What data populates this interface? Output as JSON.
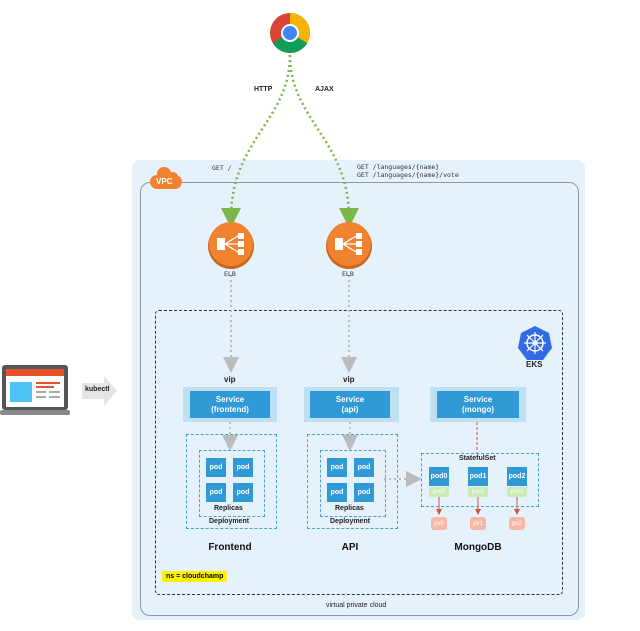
{
  "browser": {
    "icon": "chrome-icon",
    "http_label": "HTTP",
    "ajax_label": "AJAX"
  },
  "routes": {
    "frontend": "GET /",
    "api_line1": "GET /languages/{name}",
    "api_line2": "GET /languages/{name}/vote"
  },
  "vpc": {
    "label": "VPC",
    "footer": "virtual private cloud"
  },
  "elb": {
    "label": "ELB"
  },
  "eks": {
    "label": "EKS"
  },
  "client": {
    "kubectl_label": "kubectl"
  },
  "columns": [
    {
      "vip": "vip",
      "service_line1": "Service",
      "service_line2": "(frontend)",
      "pods": [
        "pod",
        "pod",
        "pod",
        "pod"
      ],
      "replicas": "Replicas",
      "deployment": "Deployment",
      "title": "Frontend"
    },
    {
      "vip": "vip",
      "service_line1": "Service",
      "service_line2": "(api)",
      "pods": [
        "pod",
        "pod",
        "pod",
        "pod"
      ],
      "replicas": "Replicas",
      "deployment": "Deployment",
      "title": "API"
    },
    {
      "service_line1": "Service",
      "service_line2": "(mongo)",
      "statefulset": "StatefulSet",
      "pods": [
        "pod0",
        "pod1",
        "pod2"
      ],
      "pvcs": [
        "pvc0",
        "pvc1",
        "pvc2"
      ],
      "pvs": [
        "pv0",
        "pv1",
        "pv2"
      ],
      "title": "MongoDB"
    }
  ],
  "namespace": "ns = cloudchamp",
  "colors": {
    "accent_orange": "#f08230",
    "service_blue": "#2f9ad6",
    "vpc_bg": "#e6f2fb",
    "traffic_green": "#7ab648",
    "ns_yellow": "#fff200"
  }
}
